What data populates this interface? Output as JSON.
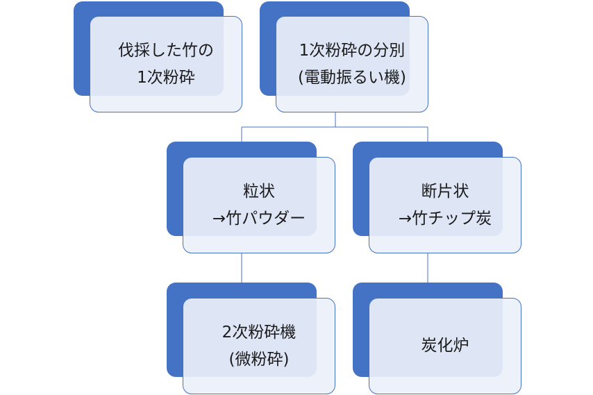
{
  "colors": {
    "accent": "#4472c4",
    "card_fill": "#ebf0fa",
    "text": "#1a1a1a"
  },
  "nodes": {
    "harvest": {
      "line1": "伐採した竹の",
      "line2": "1次粉砕"
    },
    "sorting": {
      "line1": "1次粉砕の分別",
      "line2": "(電動振るい機)"
    },
    "granular": {
      "line1": "粒状",
      "line2": "→竹パウダー"
    },
    "fragment": {
      "line1": "断片状",
      "line2": "→竹チップ炭"
    },
    "secondary": {
      "line1": "2次粉砕機",
      "line2": "(微粉砕)"
    },
    "furnace": {
      "line1": "炭化炉"
    }
  }
}
